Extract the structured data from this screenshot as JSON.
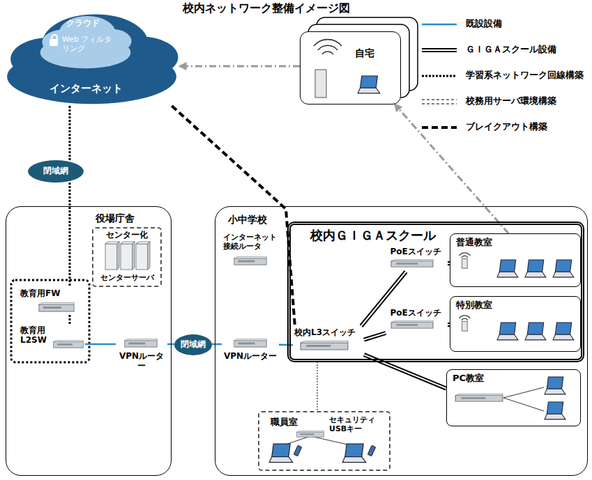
{
  "diagram": {
    "title": "校内ネットワーク整備イメージ図",
    "nodes": [
      {
        "text": [
          "インターネット"
        ]
      },
      {
        "text": [
          "クラウド",
          "Web フィルタリング"
        ],
        "in": 0
      },
      {
        "text": [
          "自宅"
        ]
      },
      {
        "text": [
          "閉域網"
        ]
      },
      {
        "text": [
          "役場庁舎"
        ]
      },
      {
        "text": [
          "教育用FW"
        ],
        "in": 4
      },
      {
        "text": [
          "教育用 L2SW"
        ],
        "in": 4
      },
      {
        "text": [
          "センター化",
          "センターサーバ"
        ],
        "in": 4
      },
      {
        "text": [
          "VPNルーター"
        ],
        "in": 4
      },
      {
        "text": [
          "閉域網"
        ]
      },
      {
        "text": [
          "小中学校"
        ]
      },
      {
        "text": [
          "VPNルーター"
        ],
        "in": 10
      },
      {
        "text": [
          "インターネット 接続ルータ"
        ],
        "in": 10
      },
      {
        "text": [
          "校内ＧＩＧＡスクール"
        ],
        "in": 10
      },
      {
        "text": [
          "PoEスイッチ"
        ],
        "in": 13
      },
      {
        "text": [
          "PoEスイッチ"
        ],
        "in": 13
      },
      {
        "text": [
          "校内L3スイッチ"
        ],
        "in": 13
      },
      {
        "text": [
          "普通教室"
        ],
        "in": 13
      },
      {
        "text": [
          "特別教室"
        ],
        "in": 13
      },
      {
        "text": [
          "PC教室"
        ],
        "in": 10
      },
      {
        "text": [
          "職員室",
          "セキュリティ USBキー"
        ],
        "in": 10
      }
    ],
    "edges": [
      {
        "from": 3,
        "to": 0,
        "arrow": "none"
      },
      {
        "from": 3,
        "to": 5,
        "arrow": "none"
      },
      {
        "from": 5,
        "to": 6,
        "arrow": "none"
      },
      {
        "from": 6,
        "to": 8,
        "arrow": "none"
      },
      {
        "from": 8,
        "to": 9,
        "arrow": "none"
      },
      {
        "from": 9,
        "to": 11,
        "arrow": "none"
      },
      {
        "from": 11,
        "to": 16,
        "arrow": "none"
      },
      {
        "from": 0,
        "to": 16,
        "arrow": "none"
      },
      {
        "from": 16,
        "to": 14,
        "arrow": "none"
      },
      {
        "from": 16,
        "to": 15,
        "arrow": "none"
      },
      {
        "from": 14,
        "to": 17,
        "arrow": "none"
      },
      {
        "from": 15,
        "to": 18,
        "arrow": "none"
      },
      {
        "from": 16,
        "to": 19,
        "arrow": "none"
      },
      {
        "from": 16,
        "to": 20,
        "arrow": "none"
      },
      {
        "from": 17,
        "to": 2,
        "arrow": "to"
      },
      {
        "from": 2,
        "to": 0,
        "arrow": "to"
      }
    ],
    "legend": [
      {
        "text": "既設設備"
      },
      {
        "text": "ＧＩＧＡスクール設備"
      },
      {
        "text": "学習系ネットワーク回線構築"
      },
      {
        "text": "校務用サーバ環境構築"
      },
      {
        "text": "ブレイクアウト構築"
      }
    ]
  }
}
